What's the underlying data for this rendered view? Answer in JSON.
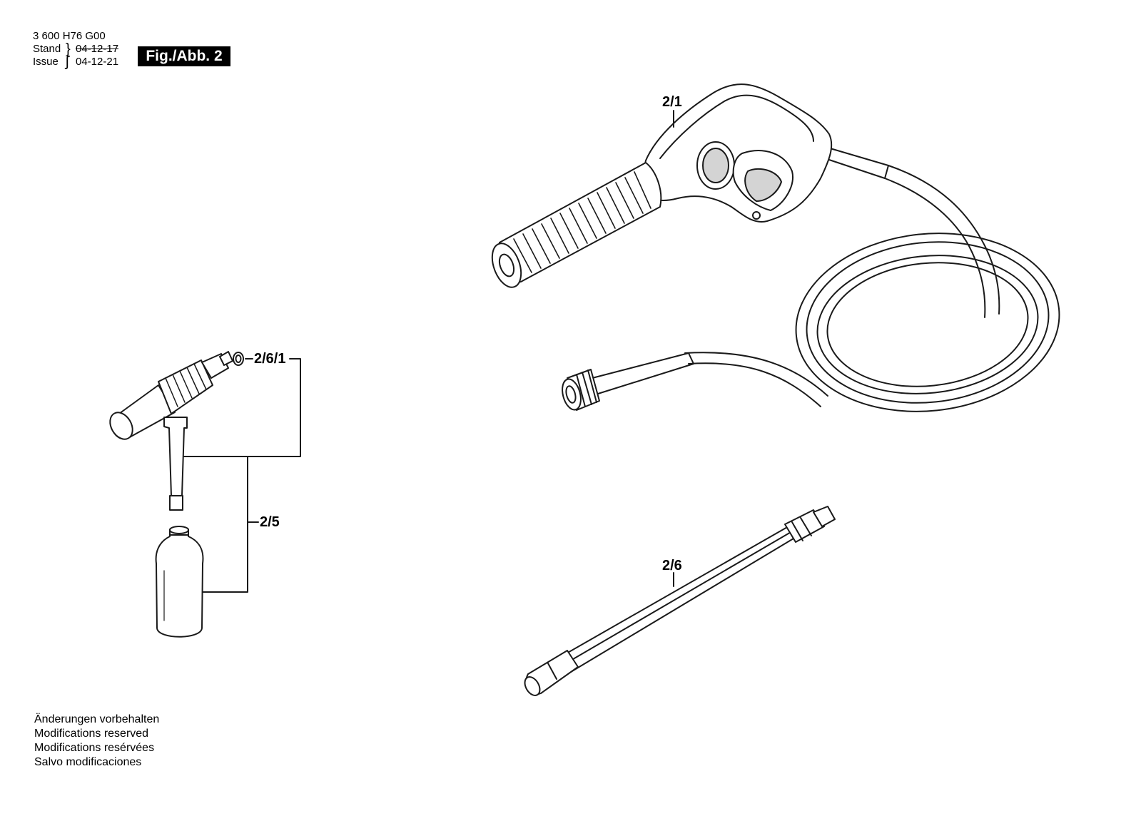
{
  "header": {
    "part_number": "3 600 H76 G00",
    "stand_label": "Stand",
    "issue_label": "Issue",
    "stand_date": "04-12-17",
    "issue_date": "04-12-21",
    "figure_label": "Fig./Abb. 2"
  },
  "callouts": {
    "gun": "2/1",
    "lance": "2/6",
    "lance_seal": "2/6/1",
    "detergent_set": "2/5"
  },
  "notes": [
    "Änderungen vorbehalten",
    "Modifications reserved",
    "Modifications resérvées",
    "Salvo modificaciones"
  ],
  "colors": {
    "line": "#1a1a1a",
    "fill": "#ffffff",
    "shade": "#d4d4d4"
  }
}
